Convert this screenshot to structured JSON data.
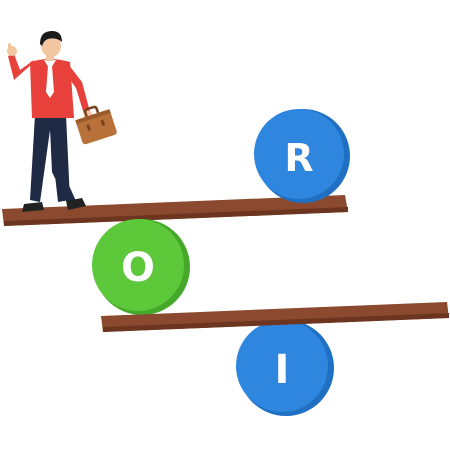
{
  "balls": {
    "r": {
      "letter": "R",
      "color": "#2e86de",
      "shadow": "#1f6fc2"
    },
    "o": {
      "letter": "O",
      "color": "#5cc83a",
      "shadow": "#46a82a"
    },
    "i": {
      "letter": "I",
      "color": "#2e86de",
      "shadow": "#1f6fc2"
    }
  },
  "colors": {
    "plank": "#8b4a2f",
    "plank_edge": "#6b3520",
    "shirt": "#e8403a",
    "pants": "#1f2a44",
    "skin": "#f2c6a0",
    "hair": "#1b1b1b",
    "briefcase": "#b9713a",
    "tie": "#ffffff"
  },
  "icons": [
    "businessman-figure",
    "briefcase-icon"
  ]
}
